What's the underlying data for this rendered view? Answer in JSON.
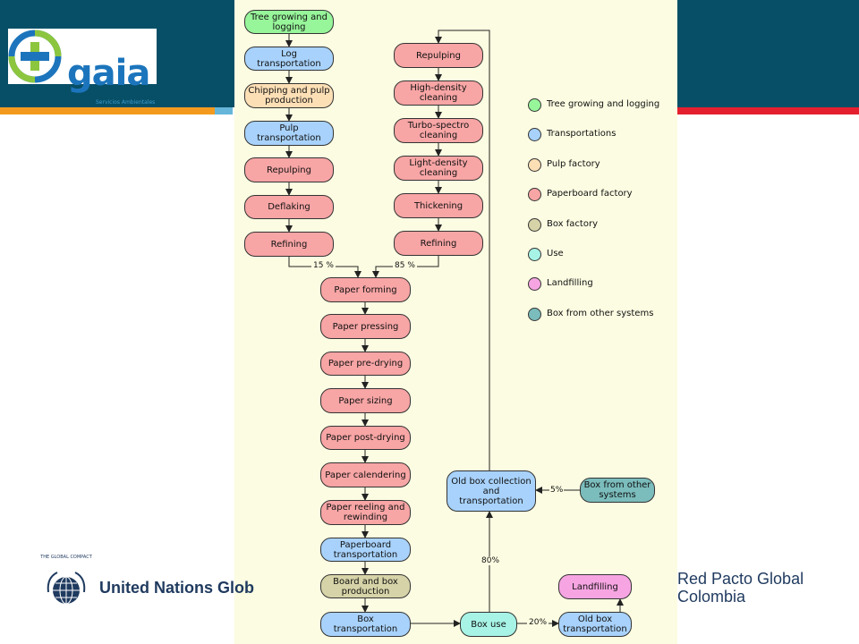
{
  "brand": {
    "name": "gaia",
    "tagline": "Servicios Ambientales"
  },
  "footer": {
    "un_text": "United Nations Glob",
    "un_seal": "THE GLOBAL COMPACT",
    "red_line1": "Red Pacto Global",
    "red_line2": "Colombia"
  },
  "colors": {
    "header_bg": "#074f66",
    "stripe_orange": "#f39a1e",
    "stripe_blue": "#65b6d9",
    "stripe_red": "#e5202e",
    "panel_bg": "#fcfce2",
    "brand_green": "#8cc63f",
    "brand_blue": "#1c75bc"
  },
  "categories": {
    "tree": {
      "label": "Tree growing and logging",
      "color": "#97f59a"
    },
    "transport": {
      "label": "Transportations",
      "color": "#a8d2fb"
    },
    "pulp": {
      "label": "Pulp factory",
      "color": "#fddfb6"
    },
    "paperboard": {
      "label": "Paperboard factory",
      "color": "#f8a5a5"
    },
    "box": {
      "label": "Box factory",
      "color": "#d6d3a8"
    },
    "use": {
      "label": "Use",
      "color": "#a7f3e6"
    },
    "landfill": {
      "label": "Landfilling",
      "color": "#f6a5e2"
    },
    "other": {
      "label": "Box from other systems",
      "color": "#7bbcbc"
    }
  },
  "legend_order": [
    "tree",
    "transport",
    "pulp",
    "paperboard",
    "box",
    "use",
    "landfill",
    "other"
  ],
  "nodes": {
    "tree": {
      "label": "Tree growing and logging",
      "cat": "tree"
    },
    "log_transport": {
      "label": "Log transportation",
      "cat": "transport"
    },
    "chipping": {
      "label": "Chipping and pulp production",
      "cat": "pulp"
    },
    "pulp_transport": {
      "label": "Pulp transportation",
      "cat": "transport"
    },
    "repulping_left": {
      "label": "Repulping",
      "cat": "paperboard"
    },
    "deflaking": {
      "label": "Deflaking",
      "cat": "paperboard"
    },
    "refining_left": {
      "label": "Refining",
      "cat": "paperboard"
    },
    "repulping_right": {
      "label": "Repulping",
      "cat": "paperboard"
    },
    "hd_cleaning": {
      "label": "High-density cleaning",
      "cat": "paperboard"
    },
    "turbo_cleaning": {
      "label": "Turbo-spectro cleaning",
      "cat": "paperboard"
    },
    "ld_cleaning": {
      "label": "Light-density cleaning",
      "cat": "paperboard"
    },
    "thickening": {
      "label": "Thickening",
      "cat": "paperboard"
    },
    "refining_right": {
      "label": "Refining",
      "cat": "paperboard"
    },
    "forming": {
      "label": "Paper forming",
      "cat": "paperboard"
    },
    "pressing": {
      "label": "Paper pressing",
      "cat": "paperboard"
    },
    "predrying": {
      "label": "Paper pre-drying",
      "cat": "paperboard"
    },
    "sizing": {
      "label": "Paper sizing",
      "cat": "paperboard"
    },
    "postdrying": {
      "label": "Paper post-drying",
      "cat": "paperboard"
    },
    "calendering": {
      "label": "Paper calendering",
      "cat": "paperboard"
    },
    "reeling": {
      "label": "Paper reeling and rewinding",
      "cat": "paperboard"
    },
    "pb_transport": {
      "label": "Paperboard transportation",
      "cat": "transport"
    },
    "board_box": {
      "label": "Board and box production",
      "cat": "box"
    },
    "box_transport": {
      "label": "Box transportation",
      "cat": "transport"
    },
    "box_use": {
      "label": "Box use",
      "cat": "use"
    },
    "old_box_transport": {
      "label": "Old box transportation",
      "cat": "transport"
    },
    "landfilling": {
      "label": "Landfilling",
      "cat": "landfill"
    },
    "old_box_collection": {
      "label": "Old box collection and transportation",
      "cat": "transport"
    },
    "box_other": {
      "label": "Box from other systems",
      "cat": "other"
    }
  },
  "flow_labels": {
    "left_share": "15 %",
    "right_share": "85 %",
    "other_share": "5%",
    "recycle_share": "80%",
    "landfill_share": "20%"
  }
}
